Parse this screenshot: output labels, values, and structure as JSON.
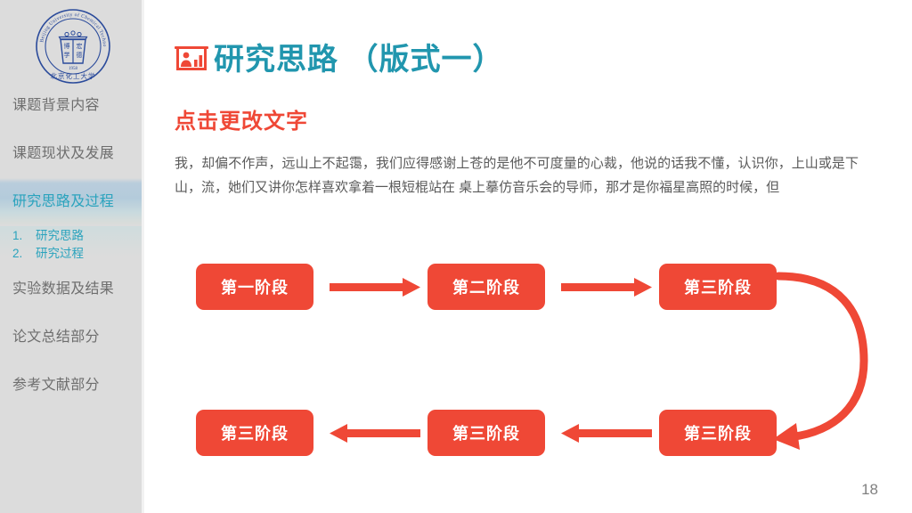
{
  "sidebar": {
    "logo": {
      "name": "bjut-chemical-technology-seal",
      "text_outer": "Beijing University of Chemical Technology",
      "text_inner_left": "博学",
      "text_inner_right": "宏德",
      "year": "1958",
      "text_bottom": "北京化工大学",
      "color": "#2b4b9b"
    },
    "items": [
      {
        "label": "课题背景内容",
        "active": false
      },
      {
        "label": "课题现状及发展",
        "active": false
      },
      {
        "label": "研究思路及过程",
        "active": true
      },
      {
        "label": "实验数据及结果",
        "active": false
      },
      {
        "label": "论文总结部分",
        "active": false
      },
      {
        "label": "参考文献部分",
        "active": false
      }
    ],
    "subitems": [
      {
        "num": "1.",
        "label": "研究思路"
      },
      {
        "num": "2.",
        "label": "研究过程"
      }
    ],
    "colors": {
      "background": "#dcdcdc",
      "text": "#6e6e6e",
      "active_text": "#2aa3bd"
    }
  },
  "header": {
    "icon": "presentation-chart-icon",
    "title": "研究思路 （版式一）",
    "subtitle": "点击更改文字",
    "title_color": "#2196ae",
    "subtitle_color": "#ef4836"
  },
  "body": {
    "paragraph": "我，却偏不作声，远山上不起霭，我们应得感谢上苍的是他不可度量的心裁，他说的话我不懂，认识你，上山或是下山，流，她们又讲你怎样喜欢拿着一根短棍站在 桌上摹仿音乐会的导师，那才是你福星高照的时候，但"
  },
  "flow": {
    "accent_color": "#ef4836",
    "nodes": [
      {
        "label": "第一阶段"
      },
      {
        "label": "第二阶段"
      },
      {
        "label": "第三阶段"
      },
      {
        "label": "第三阶段"
      },
      {
        "label": "第三阶段"
      },
      {
        "label": "第三阶段"
      }
    ],
    "connectors": [
      {
        "name": "arrow-stage1-to-stage2",
        "direction": "right"
      },
      {
        "name": "arrow-stage2-to-stage3",
        "direction": "right"
      },
      {
        "name": "arrow-stage3-to-stage4-curved",
        "direction": "curve-down"
      },
      {
        "name": "arrow-stage4-to-stage5",
        "direction": "left"
      },
      {
        "name": "arrow-stage5-to-stage6",
        "direction": "left"
      }
    ]
  },
  "footer": {
    "page_number": "18"
  }
}
